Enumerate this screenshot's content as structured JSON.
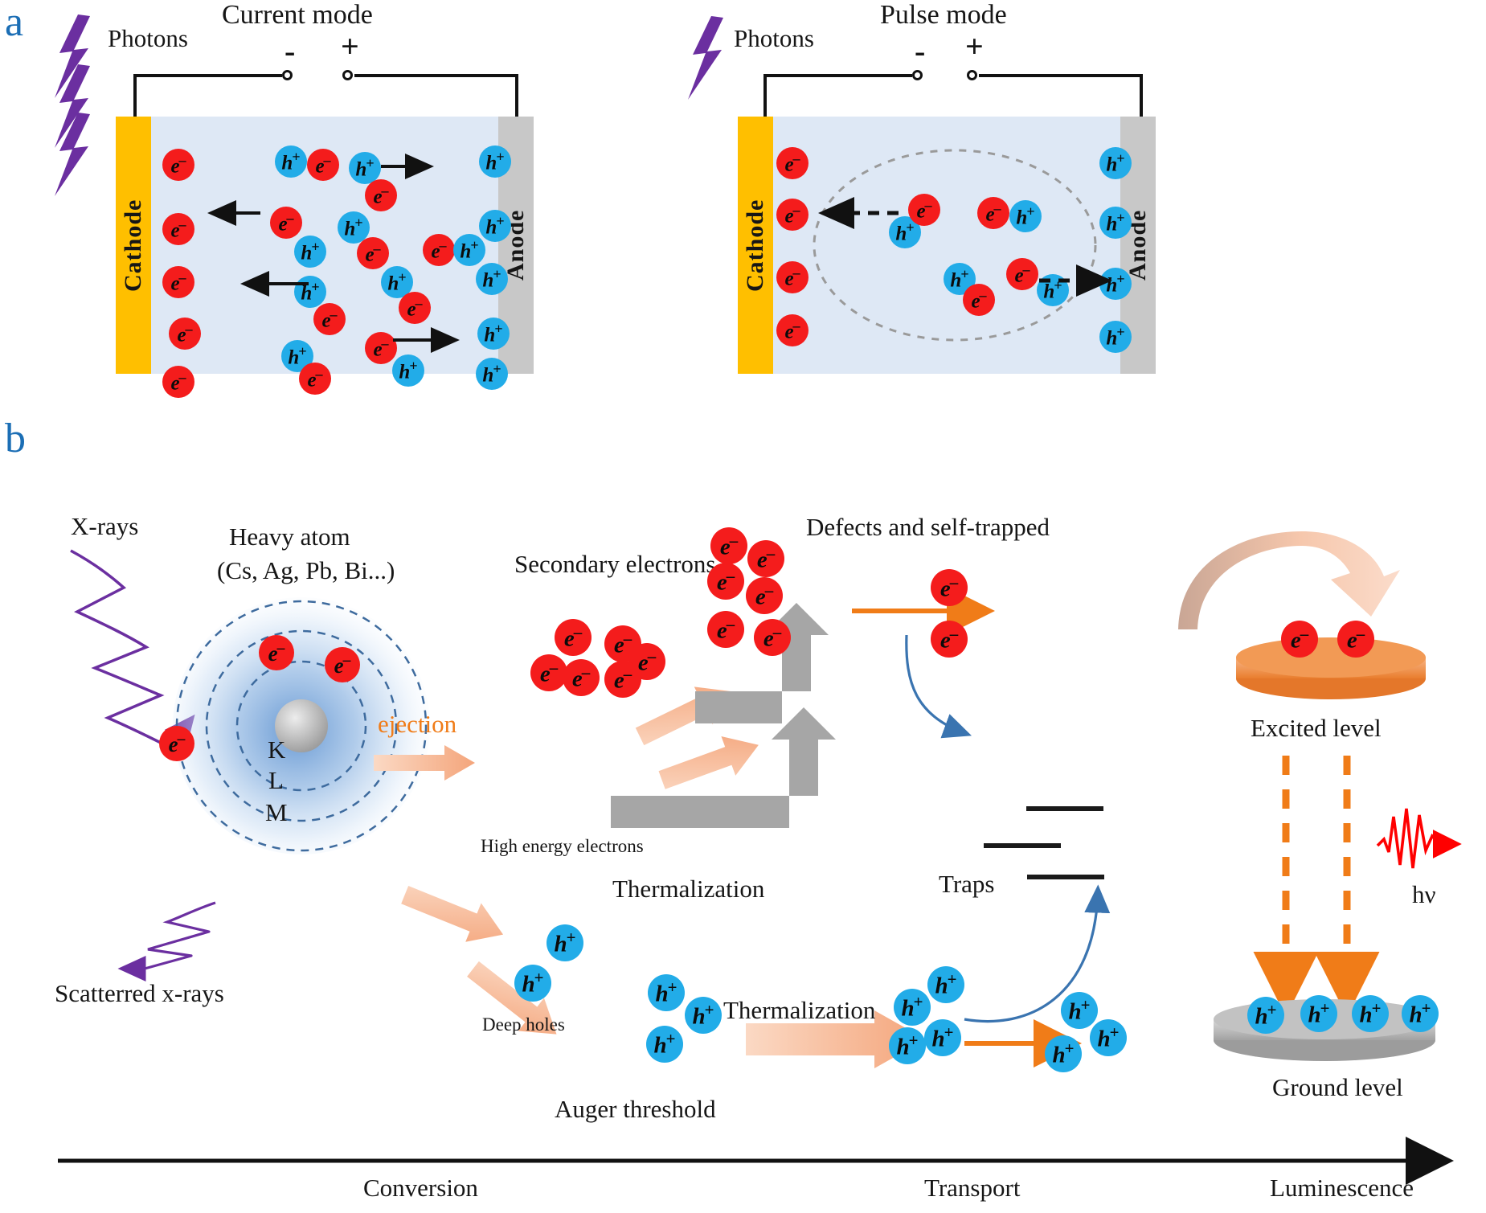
{
  "figure": {
    "panel_a_letter": "a",
    "panel_b_letter": "b"
  },
  "panel_a": {
    "left_device": {
      "title": "Current mode",
      "photons_label": "Photons",
      "minus_sign": "-",
      "plus_sign": "+",
      "cathode_label": "Cathode",
      "anode_label": "Anode",
      "electron_symbol": "e",
      "electron_charge": "–",
      "hole_symbol": "h",
      "hole_charge": "+"
    },
    "right_device": {
      "title": "Pulse mode",
      "photons_label": "Photons",
      "minus_sign": "-",
      "plus_sign": "+",
      "cathode_label": "Cathode",
      "anode_label": "Anode",
      "electron_symbol": "e",
      "electron_charge": "–",
      "hole_symbol": "h",
      "hole_charge": "+"
    },
    "colors": {
      "cathode": "#FFBF00",
      "anode": "#C8C8C8",
      "active_layer": "#DEE8F5",
      "electron": "#F41C1C",
      "hole": "#22ACE8",
      "photon": "#6B2FA0"
    }
  },
  "panel_b": {
    "labels": {
      "xrays": "X-rays",
      "heavy_atom_line1": "Heavy atom",
      "heavy_atom_line2": "(Cs, Ag, Pb, Bi...)",
      "scattered_xrays": "Scatterred x-rays",
      "shell_k": "K",
      "shell_l": "L",
      "shell_m": "M",
      "ejection": "ejection",
      "high_energy_electrons": "High energy electrons",
      "secondary_electrons": "Secondary electrons",
      "thermalization_top": "Thermalization",
      "thermalization_bottom": "Thermalization",
      "defects_self_trapped": "Defects and self-trapped",
      "traps": "Traps",
      "excited_level": "Excited level",
      "ground_level": "Ground level",
      "hv": "hν",
      "deep_holes": "Deep holes",
      "auger_threshold": "Auger threshold"
    },
    "axis": {
      "stage_1": "Conversion",
      "stage_2": "Transport",
      "stage_3": "Luminescence"
    },
    "symbols": {
      "electron": "e",
      "electron_charge": "–",
      "hole": "h",
      "hole_charge": "+"
    },
    "colors": {
      "electron": "#F41C1C",
      "hole": "#22ACE8",
      "xray": "#6B2FA0",
      "ejection_arrow": "#F7B08C",
      "gray_arrow": "#A6A6A6",
      "orange_arrow": "#F07C18",
      "excited_disk": "#F0914A",
      "ground_disk": "#B4B4B4",
      "trap_arrow": "#3A74B0",
      "hv_wave": "#FF0000"
    }
  }
}
